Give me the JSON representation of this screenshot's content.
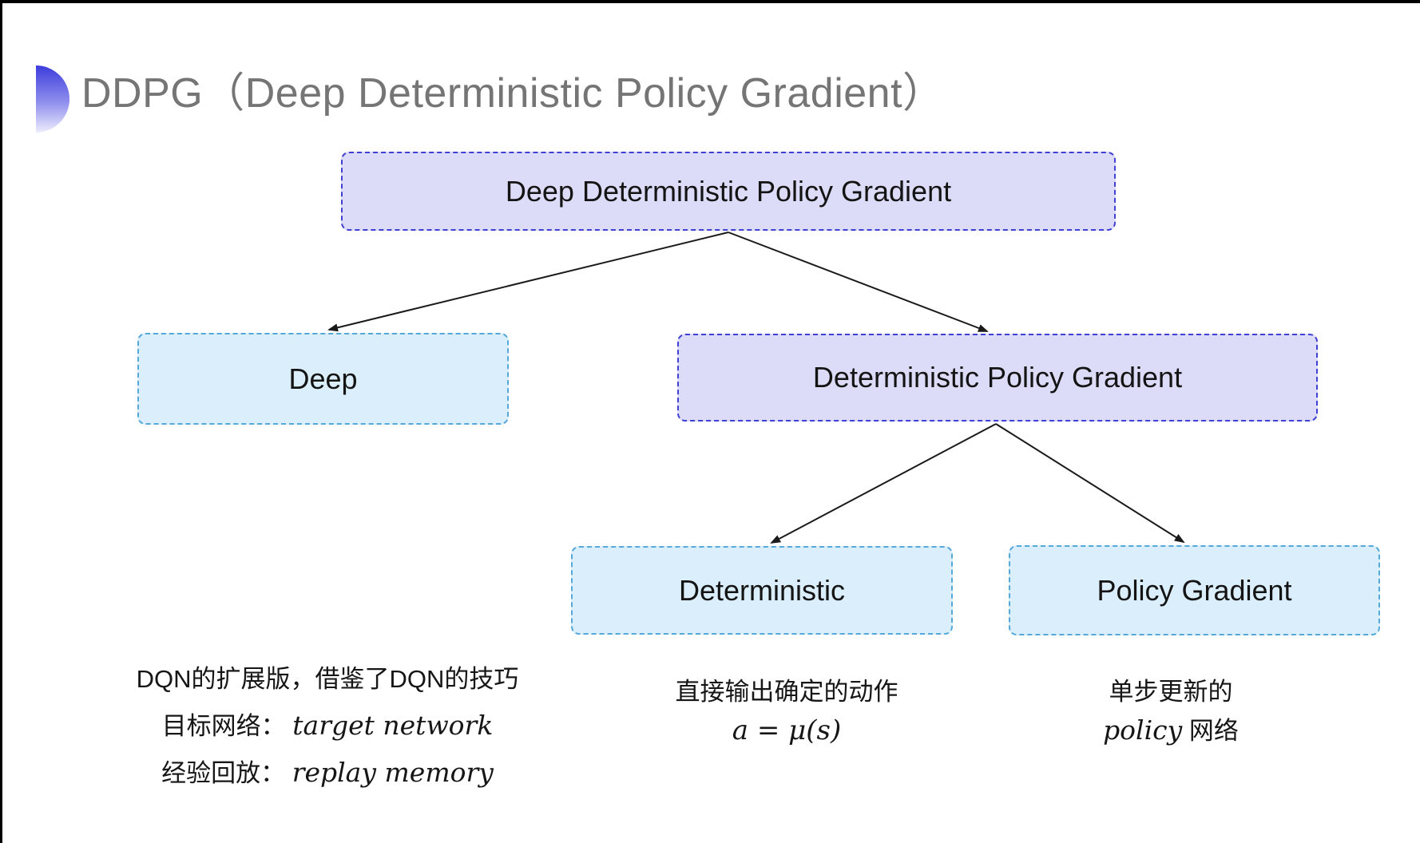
{
  "title": "DDPG（Deep Deterministic Policy Gradient）",
  "tree": {
    "root": {
      "label": "Deep Deterministic Policy Gradient"
    },
    "level2": [
      {
        "label": "Deep"
      },
      {
        "label": "Deterministic Policy Gradient"
      }
    ],
    "level3": [
      {
        "label": "Deterministic"
      },
      {
        "label": "Policy Gradient"
      }
    ]
  },
  "annotations": {
    "deep": {
      "line1": "DQN的扩展版，借鉴了DQN的技巧",
      "line2_label": "目标网络：",
      "line2_value": "target network",
      "line3_label": "经验回放：",
      "line3_value": "replay memory"
    },
    "deterministic": {
      "line1": "直接输出确定的动作",
      "formula": "a = μ(s)"
    },
    "policy_gradient": {
      "line1": "单步更新的",
      "line2_italic": "policy",
      "line2_rest": " 网络"
    }
  },
  "colors": {
    "purple_fill": "#dcdcf8",
    "purple_border": "#4040d4",
    "blue_fill": "#daeffb",
    "blue_border": "#55a8da",
    "title_gray": "#757575",
    "arrow": "#1a1a1a",
    "bullet_top": "#3c3cdc",
    "bullet_bottom": "#edecfc"
  }
}
